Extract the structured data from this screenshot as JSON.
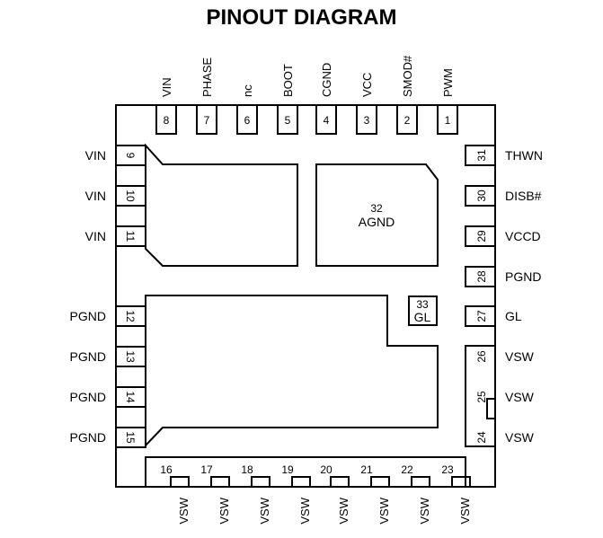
{
  "title": "PINOUT DIAGRAM",
  "top_pins": [
    {
      "num": "8",
      "name": "VIN"
    },
    {
      "num": "7",
      "name": "PHASE"
    },
    {
      "num": "6",
      "name": "nc"
    },
    {
      "num": "5",
      "name": "BOOT"
    },
    {
      "num": "4",
      "name": "CGND"
    },
    {
      "num": "3",
      "name": "VCC"
    },
    {
      "num": "2",
      "name": "SMOD#"
    },
    {
      "num": "1",
      "name": "PWM"
    }
  ],
  "left_pins": [
    {
      "num": "9",
      "name": "VIN"
    },
    {
      "num": "10",
      "name": "VIN"
    },
    {
      "num": "11",
      "name": "VIN"
    },
    {
      "num": "12",
      "name": "PGND"
    },
    {
      "num": "13",
      "name": "PGND"
    },
    {
      "num": "14",
      "name": "PGND"
    },
    {
      "num": "15",
      "name": "PGND"
    }
  ],
  "right_pins": [
    {
      "num": "31",
      "name": "THWN"
    },
    {
      "num": "30",
      "name": "DISB#"
    },
    {
      "num": "29",
      "name": "VCCD"
    },
    {
      "num": "28",
      "name": "PGND"
    },
    {
      "num": "27",
      "name": "GL"
    },
    {
      "num": "26",
      "name": "VSW"
    },
    {
      "num": "25",
      "name": "VSW"
    },
    {
      "num": "24",
      "name": "VSW"
    }
  ],
  "bottom_pins": [
    {
      "num": "16",
      "name": "VSW"
    },
    {
      "num": "17",
      "name": "VSW"
    },
    {
      "num": "18",
      "name": "VSW"
    },
    {
      "num": "19",
      "name": "VSW"
    },
    {
      "num": "20",
      "name": "VSW"
    },
    {
      "num": "21",
      "name": "VSW"
    },
    {
      "num": "22",
      "name": "VSW"
    },
    {
      "num": "23",
      "name": "VSW"
    }
  ],
  "pads": {
    "agnd": {
      "num": "32",
      "name": "AGND"
    },
    "gl": {
      "num": "33",
      "name": "GL"
    }
  }
}
